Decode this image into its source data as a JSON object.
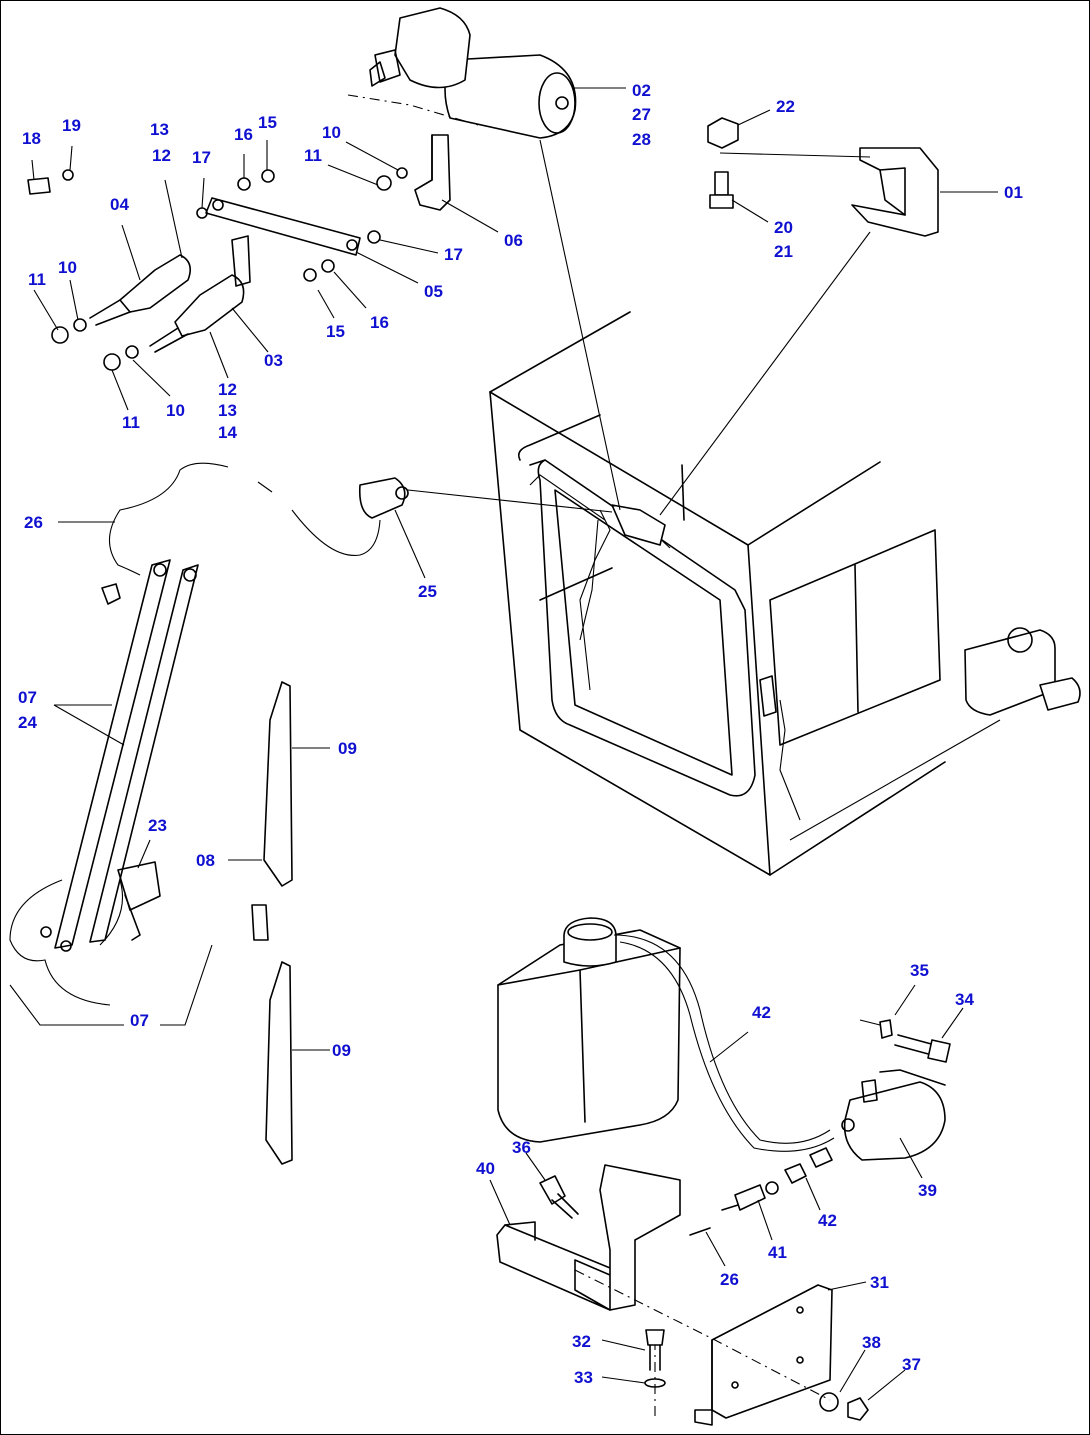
{
  "callouts": [
    {
      "id": "c-02",
      "text": "02"
    },
    {
      "id": "c-27",
      "text": "27"
    },
    {
      "id": "c-28",
      "text": "28"
    },
    {
      "id": "c-22",
      "text": "22"
    },
    {
      "id": "c-01",
      "text": "01"
    },
    {
      "id": "c-20",
      "text": "20"
    },
    {
      "id": "c-21",
      "text": "21"
    },
    {
      "id": "c-18",
      "text": "18"
    },
    {
      "id": "c-19",
      "text": "19"
    },
    {
      "id": "c-13a",
      "text": "13"
    },
    {
      "id": "c-12a",
      "text": "12"
    },
    {
      "id": "c-16a",
      "text": "16"
    },
    {
      "id": "c-15a",
      "text": "15"
    },
    {
      "id": "c-17a",
      "text": "17"
    },
    {
      "id": "c-10a",
      "text": "10"
    },
    {
      "id": "c-11a",
      "text": "11"
    },
    {
      "id": "c-06",
      "text": "06"
    },
    {
      "id": "c-04",
      "text": "04"
    },
    {
      "id": "c-17b",
      "text": "17"
    },
    {
      "id": "c-11b",
      "text": "11"
    },
    {
      "id": "c-10b",
      "text": "10"
    },
    {
      "id": "c-05",
      "text": "05"
    },
    {
      "id": "c-15b",
      "text": "15"
    },
    {
      "id": "c-16b",
      "text": "16"
    },
    {
      "id": "c-03",
      "text": "03"
    },
    {
      "id": "c-12b",
      "text": "12"
    },
    {
      "id": "c-13b",
      "text": "13"
    },
    {
      "id": "c-14",
      "text": "14"
    },
    {
      "id": "c-11c",
      "text": "11"
    },
    {
      "id": "c-10c",
      "text": "10"
    },
    {
      "id": "c-26a",
      "text": "26"
    },
    {
      "id": "c-25",
      "text": "25"
    },
    {
      "id": "c-07a",
      "text": "07"
    },
    {
      "id": "c-24",
      "text": "24"
    },
    {
      "id": "c-09a",
      "text": "09"
    },
    {
      "id": "c-23",
      "text": "23"
    },
    {
      "id": "c-08",
      "text": "08"
    },
    {
      "id": "c-07b",
      "text": "07"
    },
    {
      "id": "c-09b",
      "text": "09"
    },
    {
      "id": "c-35",
      "text": "35"
    },
    {
      "id": "c-34",
      "text": "34"
    },
    {
      "id": "c-42a",
      "text": "42"
    },
    {
      "id": "c-36",
      "text": "36"
    },
    {
      "id": "c-40",
      "text": "40"
    },
    {
      "id": "c-39",
      "text": "39"
    },
    {
      "id": "c-42b",
      "text": "42"
    },
    {
      "id": "c-41",
      "text": "41"
    },
    {
      "id": "c-26b",
      "text": "26"
    },
    {
      "id": "c-31",
      "text": "31"
    },
    {
      "id": "c-32",
      "text": "32"
    },
    {
      "id": "c-38",
      "text": "38"
    },
    {
      "id": "c-33",
      "text": "33"
    },
    {
      "id": "c-37",
      "text": "37"
    }
  ]
}
